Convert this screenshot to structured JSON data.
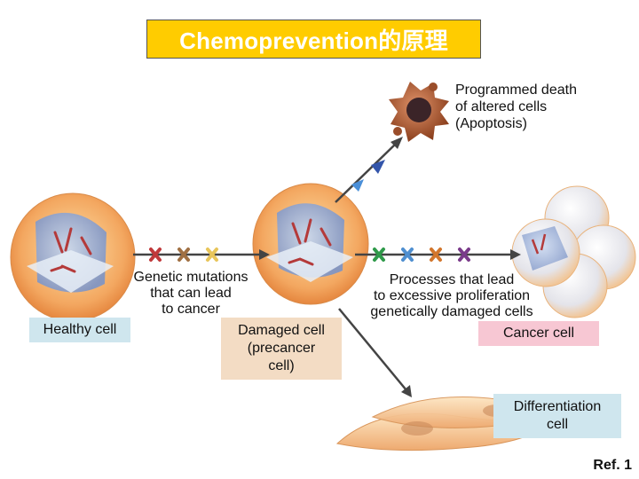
{
  "title": "Chemoprevention的原理",
  "labels": {
    "apoptosis": [
      "Programmed death",
      "of altered cells",
      "(Apoptosis)"
    ],
    "genetic": [
      "Genetic mutations",
      "that can lead",
      "to cancer"
    ],
    "processes": [
      "Processes that lead",
      "to excessive proliferation",
      "genetically damaged cells"
    ],
    "healthy": "Healthy cell",
    "damaged": [
      "Damaged cell",
      "(precancer",
      "cell)"
    ],
    "cancer": "Cancer cell",
    "differentiation": [
      "Differentiation",
      "cell"
    ],
    "ref": "Ref. 1"
  },
  "colors": {
    "title_bg": "#ffcc00",
    "healthy_box": "#cfe6ee",
    "damaged_box": "#f3dcc4",
    "cancer_box": "#f7c7d3",
    "differentiation_box": "#cfe6ee",
    "arrow": "#444444"
  }
}
